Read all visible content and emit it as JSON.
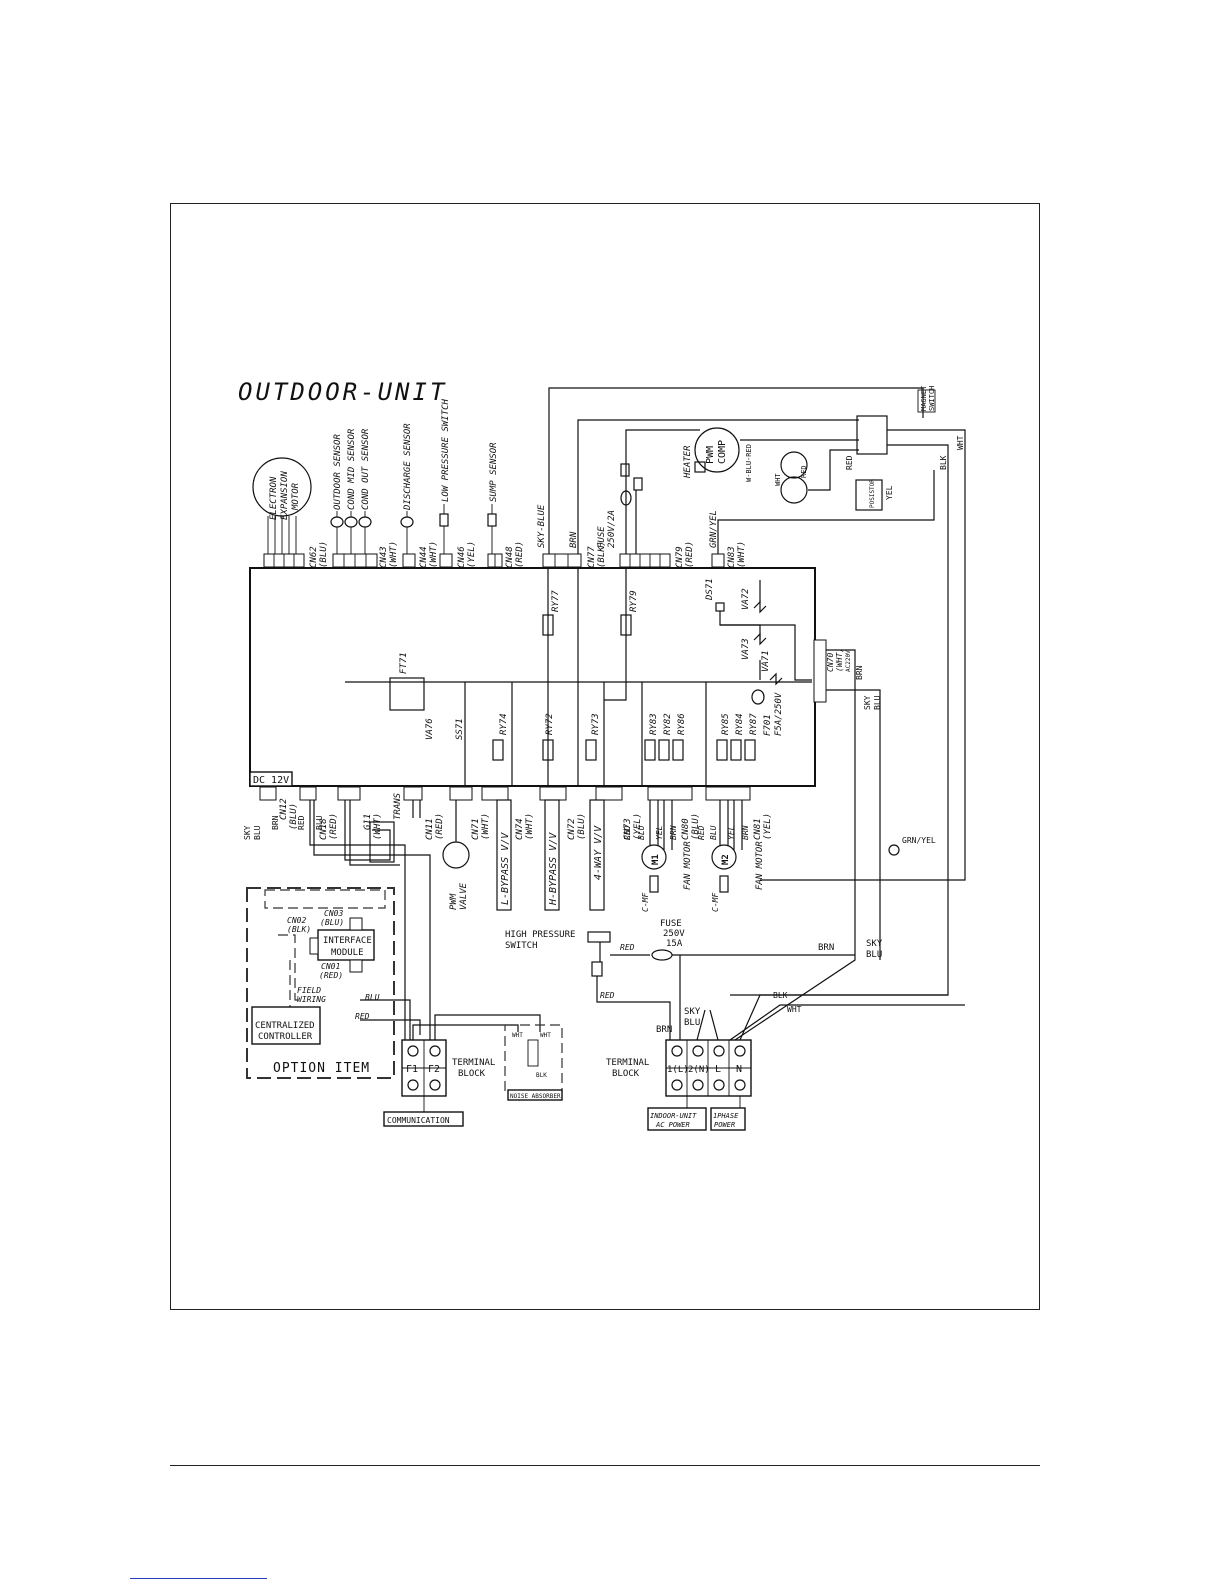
{
  "diagram": {
    "title": "OUTDOOR-UNIT",
    "top_labels": {
      "electron_motor": [
        "ELECTRON",
        "EXPANSION",
        "MOTOR"
      ],
      "outdoor_sensor": "OUTDOOR SENSOR",
      "cond_mid_sensor": "COND MID SENSOR",
      "cond_out_sensor": "COND OUT SENSOR",
      "discharge_sensor": "DISCHARGE SENSOR",
      "low_pressure_switch": "LOW PRESSURE SWITCH",
      "sump_sensor": "SUMP SENSOR",
      "sky_blue": "SKY-BLUE",
      "brn": "BRN",
      "fuse_top": "FUSE",
      "fuse_top_rating": "250V/2A",
      "grn_yel": "GRN/YEL",
      "heater": "HEATER",
      "pwm_comp": [
        "PWM",
        "COMP"
      ],
      "magnet_switch": [
        "MAGNET",
        "SWITCH"
      ],
      "wht": "WHT",
      "red": "RED",
      "blk": "BLK",
      "yel": "YEL",
      "posistor": "POSISTOR",
      "w_blu_red": "W-BLU-RED"
    },
    "top_connectors": [
      {
        "name": "CN62",
        "color": "(BLU)"
      },
      {
        "name": "CN43",
        "color": "(WHT)"
      },
      {
        "name": "CN44",
        "color": "(WHT)"
      },
      {
        "name": "CN46",
        "color": "(YEL)"
      },
      {
        "name": "CN48",
        "color": "(RED)"
      },
      {
        "name": "CN77",
        "color": "(BLK)"
      },
      {
        "name": "CN79",
        "color": "(RED)"
      },
      {
        "name": "CN83",
        "color": "(WHT)"
      }
    ],
    "board_labels": {
      "dc12v": "DC 12V",
      "ft71": "FT71",
      "va76": "VA76",
      "ss71": "SS71",
      "ry77": "RY77",
      "ry79": "RY79",
      "ds71": "DS71",
      "va72": "VA72",
      "va73": "VA73",
      "va71": "VA71",
      "f701": "F701",
      "f701_rating": "F5A/250V",
      "cn70": "CN70",
      "cn70_color": "(WHT)",
      "ac220v": "AC220V",
      "relays": [
        "RY74",
        "RY72",
        "RY73",
        "RY83",
        "RY82",
        "RY86",
        "RY85",
        "RY84",
        "RY87"
      ]
    },
    "bottom_connectors": [
      {
        "name": "CN12",
        "color": "(BLU)"
      },
      {
        "name": "CN18",
        "color": "(RED)"
      },
      {
        "name": "G11",
        "color": "(WHT)"
      },
      {
        "name": "CN11",
        "color": "(RED)"
      },
      {
        "name": "CN71",
        "color": "(WHT)"
      },
      {
        "name": "CN74",
        "color": "(WHT)"
      },
      {
        "name": "CN72",
        "color": "(BLU)"
      },
      {
        "name": "CN73",
        "color": "(YEL)"
      },
      {
        "name": "CN80",
        "color": "(BLU)"
      },
      {
        "name": "CN81",
        "color": "(YEL)"
      }
    ],
    "lower_labels": {
      "sky": "SKY",
      "blu": "BLU",
      "brn": "BRN",
      "red": "RED",
      "trans": "TRANS",
      "pwm_valve": [
        "PWM",
        "VALVE"
      ],
      "l_bypass": "L-BYPASS V/V",
      "h_bypass": "H-BYPASS V/V",
      "four_way": "4-WAY V/V",
      "fan_motor_1": "FAN MOTOR",
      "fan_motor_2": "FAN MOTOR",
      "m1": "M1",
      "m2": "M2",
      "c_mf": "C-MF",
      "wire_colors_fan": [
        "RED",
        "BLU",
        "YEL",
        "BRN"
      ],
      "grn_yel_ground": "GRN/YEL"
    },
    "option": {
      "cn02": "CN02",
      "cn02_color": "(BLK)",
      "cn03": "CN03",
      "cn03_color": "(BLU)",
      "cn01": "CN01",
      "cn01_color": "(RED)",
      "interface_module": [
        "INTERFACE",
        "MODULE"
      ],
      "field_wiring": [
        "FIELD",
        "WIRING"
      ],
      "blu": "BLU",
      "red": "RED",
      "centralized_controller": [
        "CENTRALIZED",
        "CONTROLLER"
      ],
      "option_item": "OPTION ITEM"
    },
    "communication_block": {
      "label": [
        "TERMINAL",
        "BLOCK"
      ],
      "terminals": [
        "F1",
        "F2"
      ],
      "caption": "COMMUNICATION"
    },
    "noise_absorber": {
      "wht_left": "WHT",
      "wht_right": "WHT",
      "blk": "BLK",
      "caption": "NOISE ABSORBER"
    },
    "power_section": {
      "high_pressure_switch": [
        "HIGH PRESSURE",
        "SWITCH"
      ],
      "red_top": "RED",
      "red_bottom": "RED",
      "fuse": [
        "FUSE",
        "250V",
        "15A"
      ],
      "brn_wire": "BRN",
      "sky_blu": [
        "SKY",
        "BLU"
      ],
      "blk": "BLK",
      "wht": "WHT",
      "brn_term": "BRN",
      "sky_blu_term": [
        "SKY",
        "BLU"
      ],
      "terminal_label": [
        "TERMINAL",
        "BLOCK"
      ],
      "terminals": [
        "1(L)",
        "2(N)",
        "L",
        "N"
      ],
      "caption_indoor": [
        "INDOOR-UNIT",
        "AC POWER"
      ],
      "caption_power": [
        "1PHASE",
        "POWER"
      ]
    }
  }
}
